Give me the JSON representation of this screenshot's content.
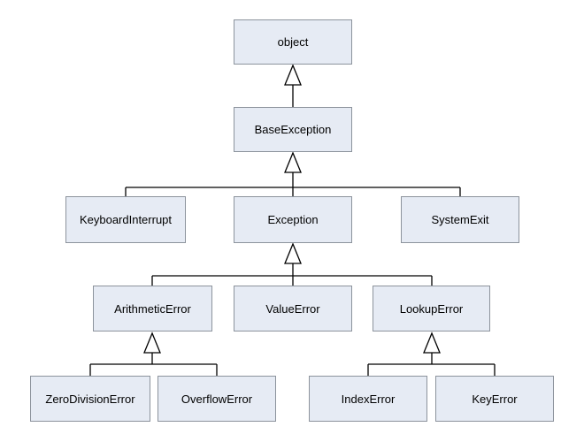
{
  "diagram": {
    "nodes": {
      "object": "object",
      "base_exception": "BaseException",
      "keyboard_interrupt": "KeyboardInterrupt",
      "exception": "Exception",
      "system_exit": "SystemExit",
      "arithmetic_error": "ArithmeticError",
      "value_error": "ValueError",
      "lookup_error": "LookupError",
      "zero_division_error": "ZeroDivisionError",
      "overflow_error": "OverflowError",
      "index_error": "IndexError",
      "key_error": "KeyError"
    },
    "edges": [
      {
        "from": "BaseException",
        "to": "object"
      },
      {
        "from": "KeyboardInterrupt",
        "to": "BaseException"
      },
      {
        "from": "Exception",
        "to": "BaseException"
      },
      {
        "from": "SystemExit",
        "to": "BaseException"
      },
      {
        "from": "ArithmeticError",
        "to": "Exception"
      },
      {
        "from": "ValueError",
        "to": "Exception"
      },
      {
        "from": "LookupError",
        "to": "Exception"
      },
      {
        "from": "ZeroDivisionError",
        "to": "ArithmeticError"
      },
      {
        "from": "OverflowError",
        "to": "ArithmeticError"
      },
      {
        "from": "IndexError",
        "to": "LookupError"
      },
      {
        "from": "KeyError",
        "to": "LookupError"
      }
    ],
    "colors": {
      "node_fill": "#e6ebf4",
      "node_border": "#8c939c",
      "connector": "#000000"
    }
  }
}
